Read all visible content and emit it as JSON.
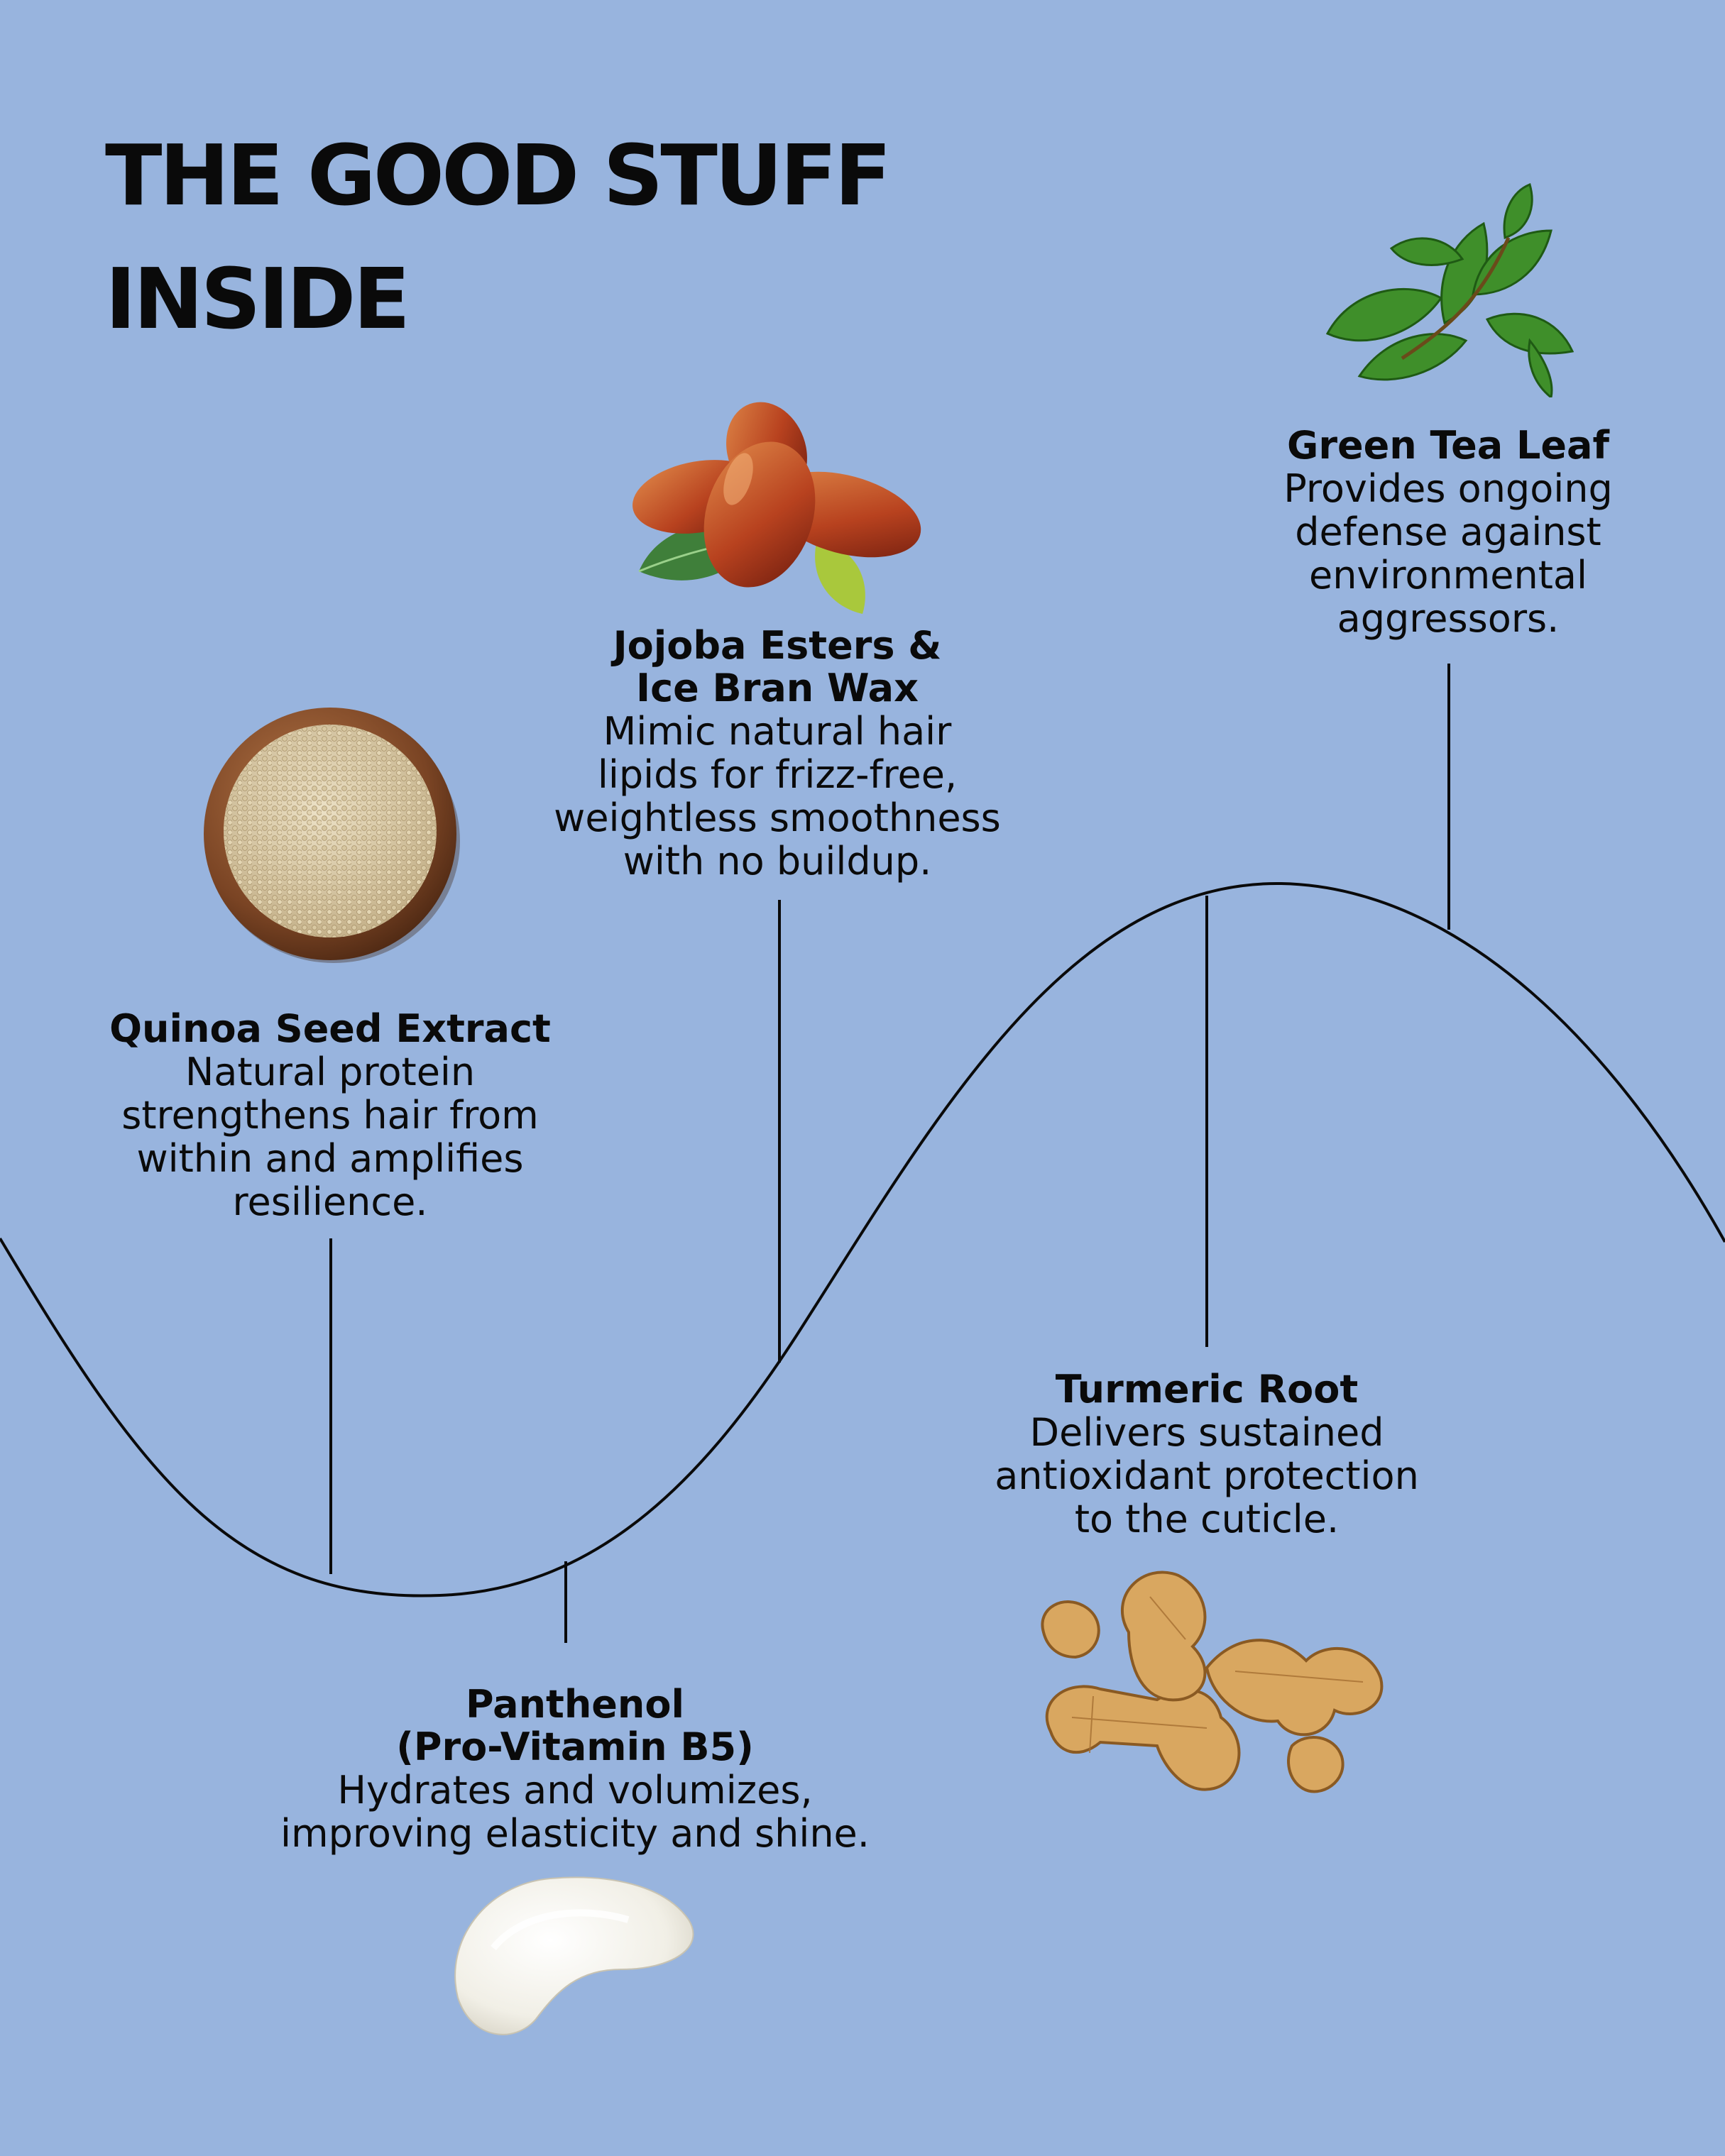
{
  "heading": {
    "line1": "THE GOOD STUFF",
    "line2": "INSIDE"
  },
  "ingredients": [
    {
      "name": "Quinoa Seed Extract",
      "description": "Natural protein\nstrengthens hair from\nwithin and amplifies\nresilience.",
      "icon": "quinoa-bowl-image"
    },
    {
      "name": "Jojoba Esters &\nIce Bran Wax",
      "description": "Mimic natural hair\nlipids for frizz-free,\nweightless smoothness\nwith no buildup.",
      "icon": "jojoba-fruit-image"
    },
    {
      "name": "Green Tea Leaf",
      "description": "Provides ongoing\ndefense against\nenvironmental\naggressors.",
      "icon": "green-tea-leaf-image"
    },
    {
      "name": "Panthenol\n(Pro-Vitamin B5)",
      "description": "Hydrates and volumizes,\nimproving elasticity and shine.",
      "icon": "cream-swatch-image"
    },
    {
      "name": "Turmeric Root",
      "description": "Delivers sustained\nantioxidant protection\nto the cuticle.",
      "icon": "turmeric-root-image"
    }
  ],
  "colors": {
    "background": "#98b4de",
    "text": "#0a0a0a",
    "line": "#0a0a0a"
  }
}
